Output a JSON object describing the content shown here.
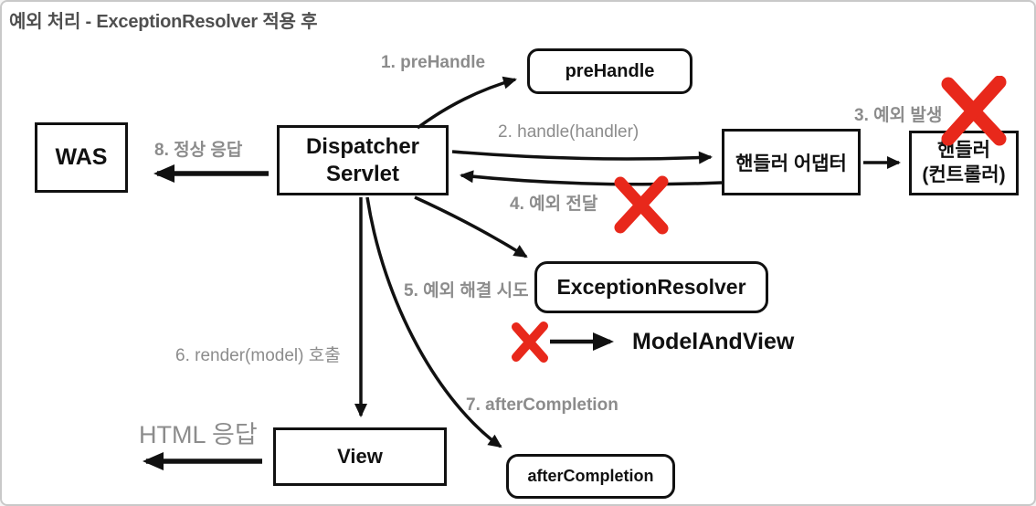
{
  "title": "예외 처리 - ExceptionResolver 적용 후",
  "nodes": {
    "was": {
      "label": "WAS"
    },
    "dispatcher": {
      "line1": "Dispatcher",
      "line2": "Servlet"
    },
    "prehandle": {
      "label": "preHandle"
    },
    "handler_adapter": {
      "label": "핸들러 어댑터"
    },
    "handler": {
      "line1": "핸들러",
      "line2": "(컨트롤러)"
    },
    "exception_resolver": {
      "label": "ExceptionResolver"
    },
    "model_and_view": {
      "label": "ModelAndView"
    },
    "view": {
      "label": "View"
    },
    "after_completion": {
      "label": "afterCompletion"
    }
  },
  "labels": {
    "step1": "1. preHandle",
    "step2": "2. handle(handler)",
    "step3": "3. 예외 발생",
    "step4": "4. 예외 전달",
    "step5": "5. 예외 해결 시도",
    "step6": "6. render(model) 호출",
    "step7": "7. afterCompletion",
    "step8": "8. 정상 응답",
    "html_response": "HTML 응답"
  },
  "colors": {
    "error_red": "#e8281b",
    "label_gray": "#8c8c8c",
    "title_gray": "#4f4f4f",
    "line_black": "#111111"
  }
}
